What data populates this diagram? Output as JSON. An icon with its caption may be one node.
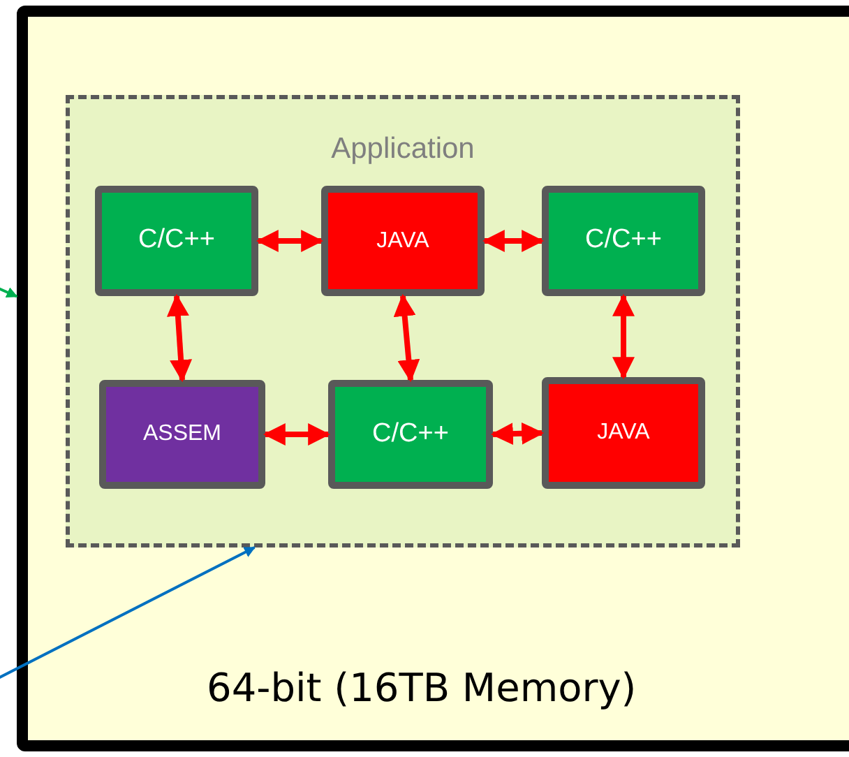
{
  "diagram": {
    "nodes": [
      {
        "text": [
          "64-bit (16TB Memory)"
        ]
      },
      {
        "text": [
          "Application"
        ],
        "in": 0
      },
      {
        "text": [
          "C/C++"
        ],
        "in": 1
      },
      {
        "text": [
          "JAVA"
        ],
        "in": 1
      },
      {
        "text": [
          "C/C++"
        ],
        "in": 1
      },
      {
        "text": [
          "ASSEM"
        ],
        "in": 1
      },
      {
        "text": [
          "C/C++"
        ],
        "in": 1
      },
      {
        "text": [
          "JAVA"
        ],
        "in": 1
      }
    ],
    "edges": [
      {
        "from": 2,
        "to": 3,
        "arrow": "both"
      },
      {
        "from": 3,
        "to": 4,
        "arrow": "both"
      },
      {
        "from": 2,
        "to": 5,
        "arrow": "both"
      },
      {
        "from": 3,
        "to": 6,
        "arrow": "both"
      },
      {
        "from": 4,
        "to": 7,
        "arrow": "both"
      },
      {
        "from": 5,
        "to": 6,
        "arrow": "both"
      },
      {
        "from": 6,
        "to": 7,
        "arrow": "both"
      },
      {
        "from": null,
        "to": 1,
        "arrow": "to",
        "color": "#0070c0"
      },
      {
        "from": null,
        "to": 0,
        "arrow": "to",
        "color": "#00b050"
      }
    ]
  }
}
